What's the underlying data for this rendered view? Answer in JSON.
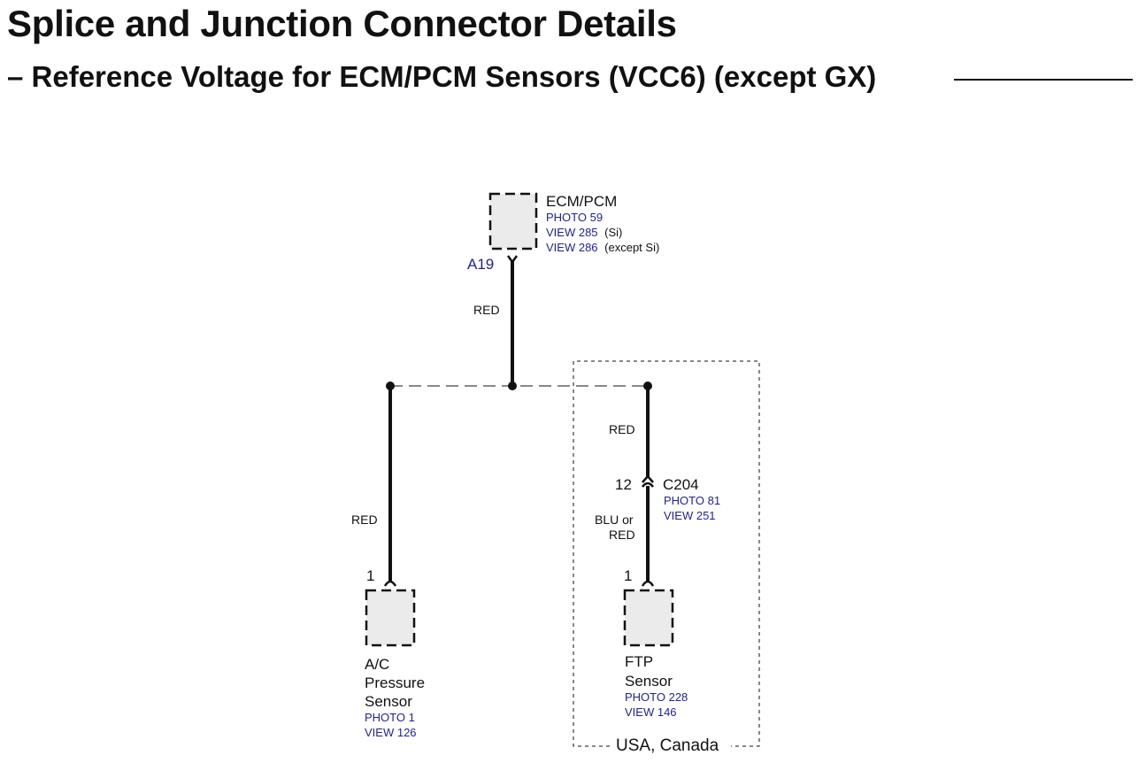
{
  "header": {
    "title": "Splice and Junction Connector Details",
    "subtitle": "– Reference Voltage for ECM/PCM Sensors (VCC6) (except GX)"
  },
  "colors": {
    "ink": "#111111",
    "link": "#1f1f99",
    "box_fill": "#ebebeb"
  },
  "ecm": {
    "name": "ECM/PCM",
    "photo": "PHOTO 59",
    "view1": "VIEW 285",
    "view1_note": "(Si)",
    "view2": "VIEW 286",
    "view2_note": "(except Si)",
    "pin": "A19",
    "wire": "RED"
  },
  "ac_sensor": {
    "name_line1": "A/C",
    "name_line2": "Pressure",
    "name_line3": "Sensor",
    "photo": "PHOTO 1",
    "view": "VIEW 126",
    "pin": "1",
    "wire": "RED"
  },
  "ftp_branch": {
    "wire_top": "RED",
    "connector_pin": "12",
    "connector": "C204",
    "connector_photo": "PHOTO 81",
    "connector_view": "VIEW 251",
    "wire_bottom_line1": "BLU or",
    "wire_bottom_line2": "RED",
    "sensor_pin": "1",
    "sensor_name_line1": "FTP",
    "sensor_name_line2": "Sensor",
    "sensor_photo": "PHOTO 228",
    "sensor_view": "VIEW 146",
    "region": "USA, Canada"
  }
}
